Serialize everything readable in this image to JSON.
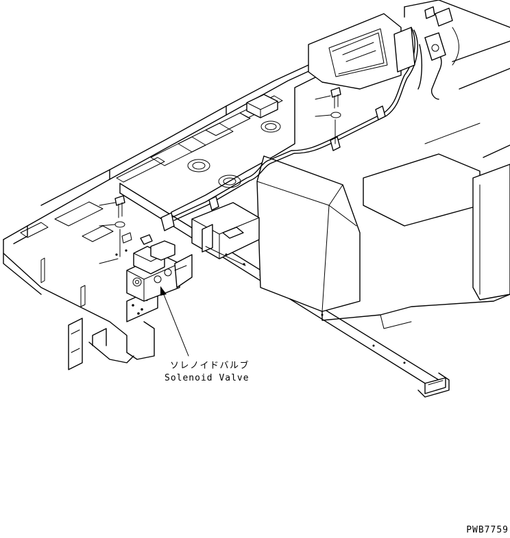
{
  "callout": {
    "label_jp": "ソレノイドバルブ",
    "label_en": "Solenoid Valve"
  },
  "drawing_number": "PWB7759"
}
